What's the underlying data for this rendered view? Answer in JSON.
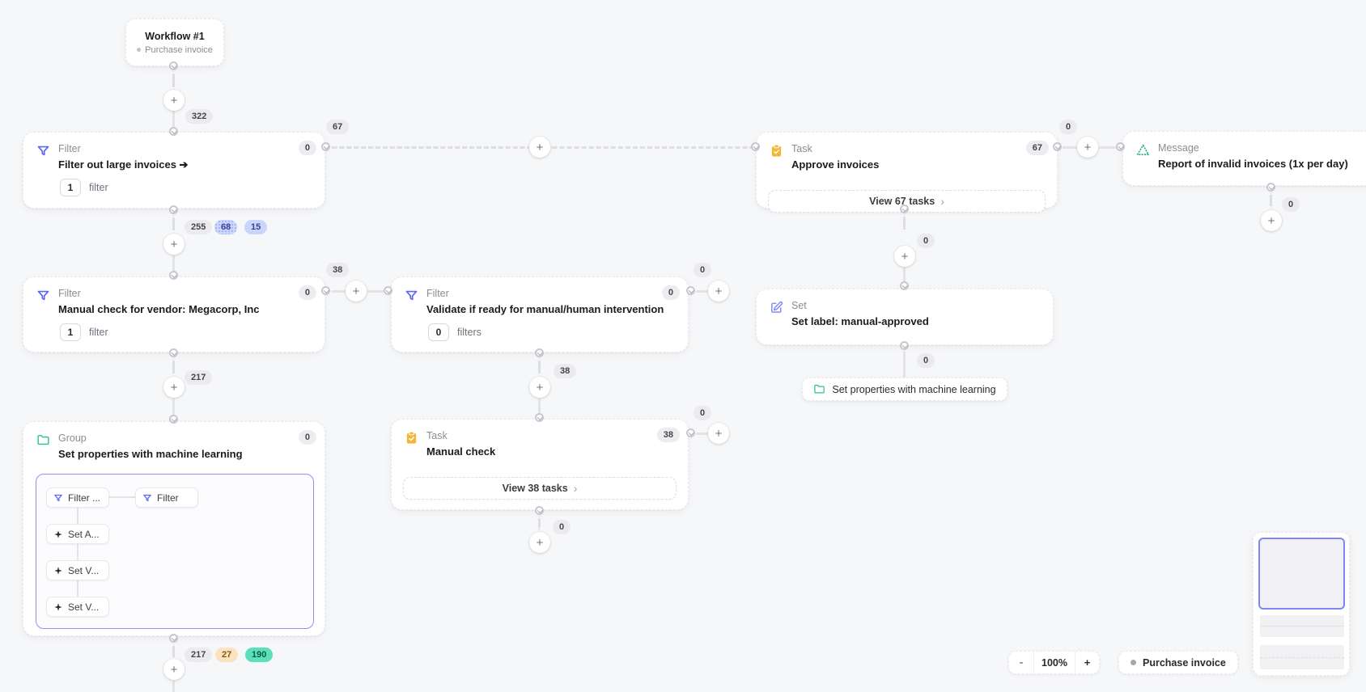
{
  "workflow": {
    "title": "Workflow #1",
    "subtitle": "Purchase invoice"
  },
  "nodes": {
    "filter_large": {
      "type_label": "Filter",
      "title": "Filter out large invoices ➔",
      "count_value": "1",
      "count_label": "filter",
      "corner_badge": "0"
    },
    "task_approve": {
      "type_label": "Task",
      "title": "Approve invoices",
      "button_label": "View 67 tasks",
      "corner_badge": "67"
    },
    "message_report": {
      "type_label": "Message",
      "title": "Report of invalid invoices (1x per day)"
    },
    "filter_vendor": {
      "type_label": "Filter",
      "title": "Manual check for vendor: Megacorp, Inc",
      "count_value": "1",
      "count_label": "filter",
      "corner_badge": "0"
    },
    "filter_validate": {
      "type_label": "Filter",
      "title": "Validate if ready for manual/human intervention",
      "count_value": "0",
      "count_label": "filters",
      "corner_badge": "0"
    },
    "set_label": {
      "type_label": "Set",
      "title": "Set label: manual-approved"
    },
    "group_ml": {
      "type_label": "Group",
      "title": "Set properties with machine learning",
      "corner_badge": "0",
      "children": [
        "Filter ...",
        "Filter",
        "Set A...",
        "Set V...",
        "Set V..."
      ]
    },
    "task_manual": {
      "type_label": "Task",
      "title": "Manual check",
      "button_label": "View 38 tasks",
      "corner_badge": "38"
    },
    "ml_pill": {
      "label": "Set properties with machine learning"
    }
  },
  "edges": {
    "start_to_filter": {
      "badge": "322"
    },
    "filter_to_approve": {
      "badge": "67"
    },
    "approve_to_message": {
      "plus_badge": "0"
    },
    "filter_to_vendor": {
      "badges": [
        "255",
        "68",
        "15"
      ]
    },
    "vendor_to_validate": {
      "badge": "38"
    },
    "validate_right": {
      "plus_badge": "0"
    },
    "approve_to_set": {
      "badge": "0"
    },
    "set_to_pill": {
      "badge": "0"
    },
    "message_down": {
      "plus_badge": "0"
    },
    "vendor_to_group": {
      "badge": "217"
    },
    "validate_to_manual": {
      "badge": "38"
    },
    "manual_right": {
      "plus_badge": "0"
    },
    "manual_down": {
      "plus_badge": "0"
    },
    "group_down": {
      "badges": [
        "217",
        "27",
        "190"
      ]
    }
  },
  "controls": {
    "zoom_out": "-",
    "zoom_level": "100%",
    "zoom_in": "+",
    "entity_label": "Purchase invoice"
  }
}
